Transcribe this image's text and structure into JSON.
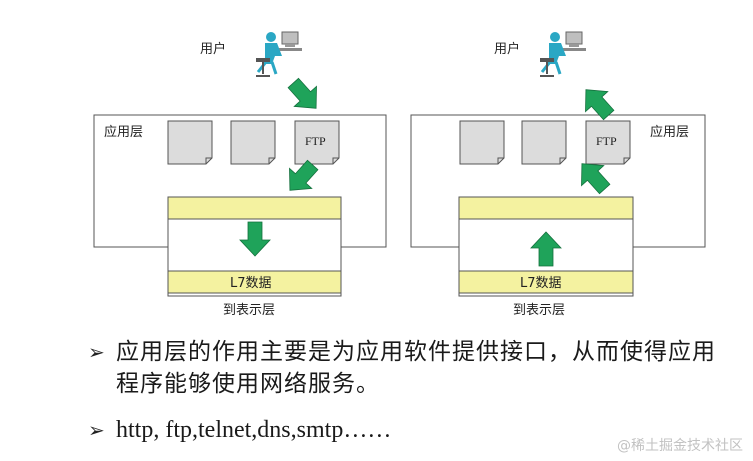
{
  "left_panel": {
    "user_label": "用户",
    "layer_label": "应用层",
    "ftp_label": "FTP",
    "data_label": "L7数据",
    "bottom_label": "到表示层"
  },
  "right_panel": {
    "user_label": "用户",
    "layer_label": "应用层",
    "ftp_label": "FTP",
    "data_label": "L7数据",
    "bottom_label": "到表示层"
  },
  "bullets": [
    "应用层的作用主要是为应用软件提供接口，从而使得应用程序能够使用网络服务。",
    "http, ftp,telnet,dns,smtp……"
  ],
  "watermark": "@稀土掘金技术社区",
  "colors": {
    "arrow_green": "#1fa35a",
    "bar_yellow": "#f4f2a0",
    "doc_gray": "#dcdcdc",
    "user_cyan": "#2aa7c4"
  },
  "icons": [
    "user-workstation-icon",
    "document-icon",
    "arrow-icon"
  ]
}
